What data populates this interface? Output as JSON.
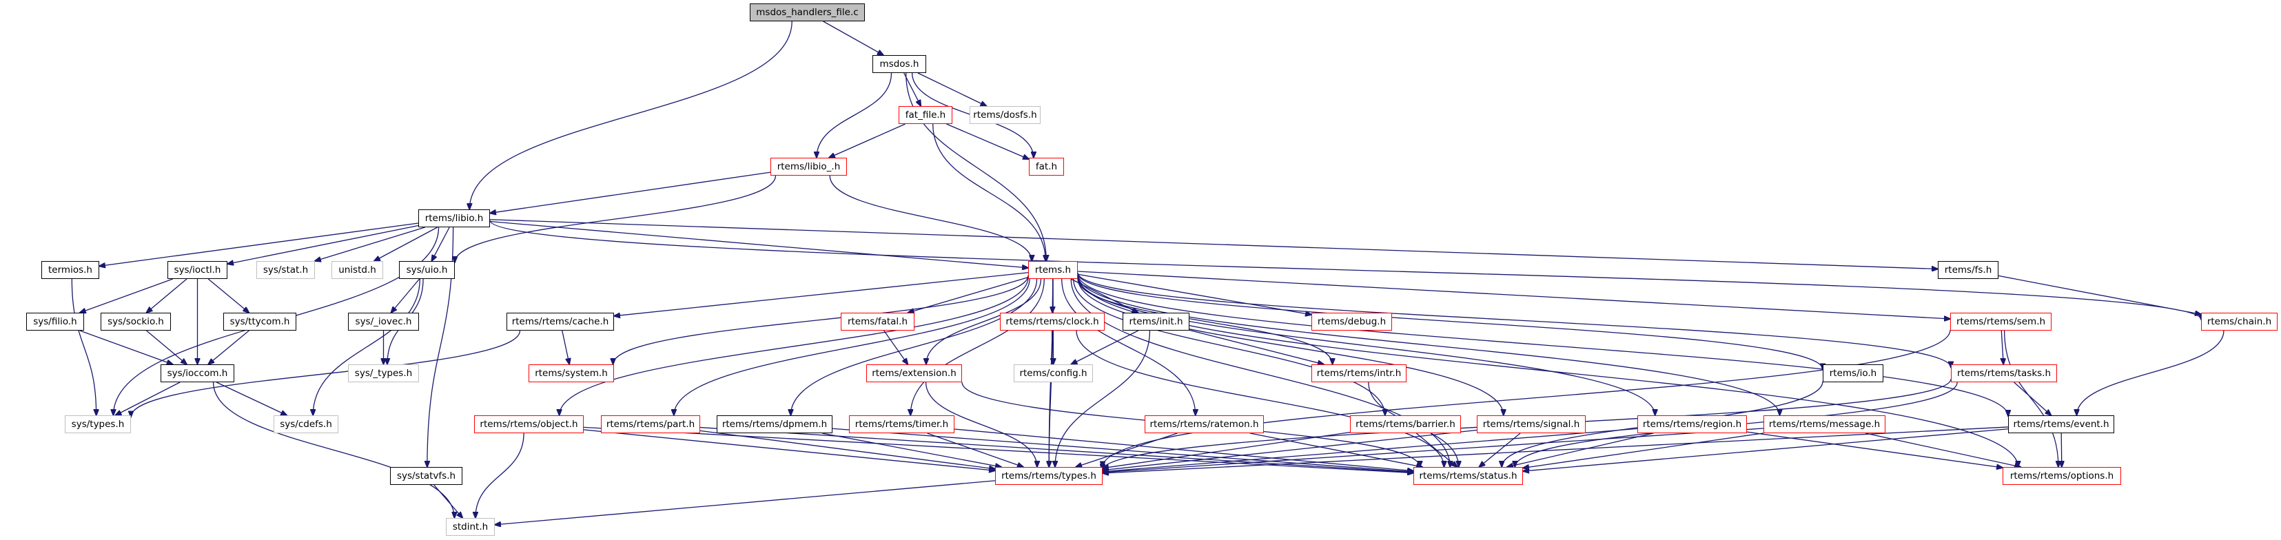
{
  "diagram": {
    "title": "msdos_handlers_file.c",
    "legend": {
      "root_fill": "#bfbfbf",
      "documented_border": "#000000",
      "incomplete_border": "#ff0000",
      "external_border": "#bfbfbf",
      "edge_color": "#191970"
    },
    "nodes": [
      {
        "id": "root",
        "label": "msdos_handlers_file.c",
        "kind": "root"
      },
      {
        "id": "msdos",
        "label": "msdos.h",
        "kind": "normal"
      },
      {
        "id": "fat_file",
        "label": "fat_file.h",
        "kind": "incomplete"
      },
      {
        "id": "dosfs",
        "label": "rtems/dosfs.h",
        "kind": "external"
      },
      {
        "id": "libio_",
        "label": "rtems/libio_.h",
        "kind": "incomplete"
      },
      {
        "id": "fat",
        "label": "fat.h",
        "kind": "incomplete"
      },
      {
        "id": "libio",
        "label": "rtems/libio.h",
        "kind": "normal"
      },
      {
        "id": "termios",
        "label": "termios.h",
        "kind": "normal"
      },
      {
        "id": "ioctl",
        "label": "sys/ioctl.h",
        "kind": "normal"
      },
      {
        "id": "stat",
        "label": "sys/stat.h",
        "kind": "external"
      },
      {
        "id": "unistd",
        "label": "unistd.h",
        "kind": "external"
      },
      {
        "id": "uio",
        "label": "sys/uio.h",
        "kind": "normal"
      },
      {
        "id": "rtems",
        "label": "rtems.h",
        "kind": "incomplete"
      },
      {
        "id": "fs",
        "label": "rtems/fs.h",
        "kind": "normal"
      },
      {
        "id": "chain",
        "label": "rtems/chain.h",
        "kind": "incomplete"
      },
      {
        "id": "filio",
        "label": "sys/filio.h",
        "kind": "normal"
      },
      {
        "id": "sockio",
        "label": "sys/sockio.h",
        "kind": "normal"
      },
      {
        "id": "ttycom",
        "label": "sys/ttycom.h",
        "kind": "normal"
      },
      {
        "id": "iovec",
        "label": "sys/_iovec.h",
        "kind": "normal"
      },
      {
        "id": "cache",
        "label": "rtems/rtems/cache.h",
        "kind": "normal"
      },
      {
        "id": "fatal",
        "label": "rtems/fatal.h",
        "kind": "incomplete"
      },
      {
        "id": "clock",
        "label": "rtems/rtems/clock.h",
        "kind": "incomplete"
      },
      {
        "id": "init",
        "label": "rtems/init.h",
        "kind": "normal"
      },
      {
        "id": "debug",
        "label": "rtems/debug.h",
        "kind": "incomplete"
      },
      {
        "id": "sem",
        "label": "rtems/rtems/sem.h",
        "kind": "incomplete"
      },
      {
        "id": "ioccom",
        "label": "sys/ioccom.h",
        "kind": "normal"
      },
      {
        "id": "_types",
        "label": "sys/_types.h",
        "kind": "external"
      },
      {
        "id": "system",
        "label": "rtems/system.h",
        "kind": "incomplete"
      },
      {
        "id": "extension",
        "label": "rtems/extension.h",
        "kind": "incomplete"
      },
      {
        "id": "config",
        "label": "rtems/config.h",
        "kind": "external"
      },
      {
        "id": "intr",
        "label": "rtems/rtems/intr.h",
        "kind": "incomplete"
      },
      {
        "id": "io",
        "label": "rtems/io.h",
        "kind": "normal"
      },
      {
        "id": "tasks",
        "label": "rtems/rtems/tasks.h",
        "kind": "incomplete"
      },
      {
        "id": "types_sys",
        "label": "sys/types.h",
        "kind": "external"
      },
      {
        "id": "cdefs",
        "label": "sys/cdefs.h",
        "kind": "external"
      },
      {
        "id": "object",
        "label": "rtems/rtems/object.h",
        "kind": "incomplete"
      },
      {
        "id": "part",
        "label": "rtems/rtems/part.h",
        "kind": "incomplete"
      },
      {
        "id": "dpmem",
        "label": "rtems/rtems/dpmem.h",
        "kind": "normal"
      },
      {
        "id": "timer",
        "label": "rtems/rtems/timer.h",
        "kind": "incomplete"
      },
      {
        "id": "ratemon",
        "label": "rtems/rtems/ratemon.h",
        "kind": "incomplete"
      },
      {
        "id": "barrier",
        "label": "rtems/rtems/barrier.h",
        "kind": "incomplete"
      },
      {
        "id": "signal",
        "label": "rtems/rtems/signal.h",
        "kind": "incomplete"
      },
      {
        "id": "region",
        "label": "rtems/rtems/region.h",
        "kind": "incomplete"
      },
      {
        "id": "message",
        "label": "rtems/rtems/message.h",
        "kind": "incomplete"
      },
      {
        "id": "event",
        "label": "rtems/rtems/event.h",
        "kind": "normal"
      },
      {
        "id": "statvfs",
        "label": "sys/statvfs.h",
        "kind": "normal"
      },
      {
        "id": "rtypes",
        "label": "rtems/rtems/types.h",
        "kind": "incomplete"
      },
      {
        "id": "status",
        "label": "rtems/rtems/status.h",
        "kind": "incomplete"
      },
      {
        "id": "options",
        "label": "rtems/rtems/options.h",
        "kind": "incomplete"
      },
      {
        "id": "stdint",
        "label": "stdint.h",
        "kind": "external"
      }
    ],
    "edges": [
      [
        "root",
        "msdos"
      ],
      [
        "root",
        "libio"
      ],
      [
        "msdos",
        "libio_"
      ],
      [
        "msdos",
        "rtems"
      ],
      [
        "msdos",
        "fat_file"
      ],
      [
        "msdos",
        "dosfs"
      ],
      [
        "msdos",
        "fat"
      ],
      [
        "fat_file",
        "libio_"
      ],
      [
        "fat_file",
        "fat"
      ],
      [
        "fat_file",
        "rtems"
      ],
      [
        "libio_",
        "libio"
      ],
      [
        "libio_",
        "uio"
      ],
      [
        "libio_",
        "rtems"
      ],
      [
        "libio",
        "termios"
      ],
      [
        "libio",
        "ioctl"
      ],
      [
        "libio",
        "stat"
      ],
      [
        "libio",
        "unistd"
      ],
      [
        "libio",
        "uio"
      ],
      [
        "libio",
        "types_sys"
      ],
      [
        "libio",
        "statvfs"
      ],
      [
        "libio",
        "rtems"
      ],
      [
        "libio",
        "fs"
      ],
      [
        "libio",
        "chain"
      ],
      [
        "termios",
        "types_sys"
      ],
      [
        "ioctl",
        "filio"
      ],
      [
        "ioctl",
        "sockio"
      ],
      [
        "ioctl",
        "ioccom"
      ],
      [
        "ioctl",
        "ttycom"
      ],
      [
        "filio",
        "ioccom"
      ],
      [
        "sockio",
        "ioccom"
      ],
      [
        "ttycom",
        "ioccom"
      ],
      [
        "ioccom",
        "types_sys"
      ],
      [
        "ioccom",
        "cdefs"
      ],
      [
        "ioccom",
        "stdint"
      ],
      [
        "uio",
        "iovec"
      ],
      [
        "uio",
        "_types"
      ],
      [
        "uio",
        "cdefs"
      ],
      [
        "iovec",
        "_types"
      ],
      [
        "statvfs",
        "stdint"
      ],
      [
        "fs",
        "chain"
      ],
      [
        "chain",
        "event"
      ],
      [
        "rtems",
        "cache"
      ],
      [
        "rtems",
        "system"
      ],
      [
        "rtems",
        "fatal"
      ],
      [
        "rtems",
        "extension"
      ],
      [
        "rtems",
        "clock"
      ],
      [
        "rtems",
        "config"
      ],
      [
        "rtems",
        "init"
      ],
      [
        "rtems",
        "debug"
      ],
      [
        "rtems",
        "intr"
      ],
      [
        "rtems",
        "io"
      ],
      [
        "rtems",
        "sem"
      ],
      [
        "rtems",
        "tasks"
      ],
      [
        "rtems",
        "object"
      ],
      [
        "rtems",
        "part"
      ],
      [
        "rtems",
        "dpmem"
      ],
      [
        "rtems",
        "timer"
      ],
      [
        "rtems",
        "ratemon"
      ],
      [
        "rtems",
        "barrier"
      ],
      [
        "rtems",
        "signal"
      ],
      [
        "rtems",
        "region"
      ],
      [
        "rtems",
        "message"
      ],
      [
        "rtems",
        "event"
      ],
      [
        "rtems",
        "rtypes"
      ],
      [
        "rtems",
        "status"
      ],
      [
        "rtems",
        "options"
      ],
      [
        "cache",
        "system"
      ],
      [
        "cache",
        "types_sys"
      ],
      [
        "fatal",
        "extension"
      ],
      [
        "extension",
        "rtypes"
      ],
      [
        "extension",
        "status"
      ],
      [
        "clock",
        "config"
      ],
      [
        "clock",
        "rtypes"
      ],
      [
        "clock",
        "status"
      ],
      [
        "init",
        "config"
      ],
      [
        "init",
        "intr"
      ],
      [
        "init",
        "rtypes"
      ],
      [
        "intr",
        "status"
      ],
      [
        "io",
        "status"
      ],
      [
        "sem",
        "tasks"
      ],
      [
        "sem",
        "rtypes"
      ],
      [
        "sem",
        "options"
      ],
      [
        "tasks",
        "event"
      ],
      [
        "tasks",
        "rtypes"
      ],
      [
        "tasks",
        "status"
      ],
      [
        "event",
        "options"
      ],
      [
        "event",
        "rtypes"
      ],
      [
        "event",
        "status"
      ],
      [
        "object",
        "stdint"
      ],
      [
        "object",
        "rtypes"
      ],
      [
        "object",
        "status"
      ],
      [
        "part",
        "rtypes"
      ],
      [
        "part",
        "status"
      ],
      [
        "dpmem",
        "rtypes"
      ],
      [
        "dpmem",
        "status"
      ],
      [
        "timer",
        "rtypes"
      ],
      [
        "timer",
        "status"
      ],
      [
        "ratemon",
        "rtypes"
      ],
      [
        "ratemon",
        "status"
      ],
      [
        "barrier",
        "rtypes"
      ],
      [
        "barrier",
        "status"
      ],
      [
        "signal",
        "rtypes"
      ],
      [
        "signal",
        "status"
      ],
      [
        "region",
        "rtypes"
      ],
      [
        "region",
        "status"
      ],
      [
        "region",
        "options"
      ],
      [
        "message",
        "rtypes"
      ],
      [
        "message",
        "status"
      ],
      [
        "message",
        "options"
      ],
      [
        "rtypes",
        "stdint"
      ]
    ]
  }
}
